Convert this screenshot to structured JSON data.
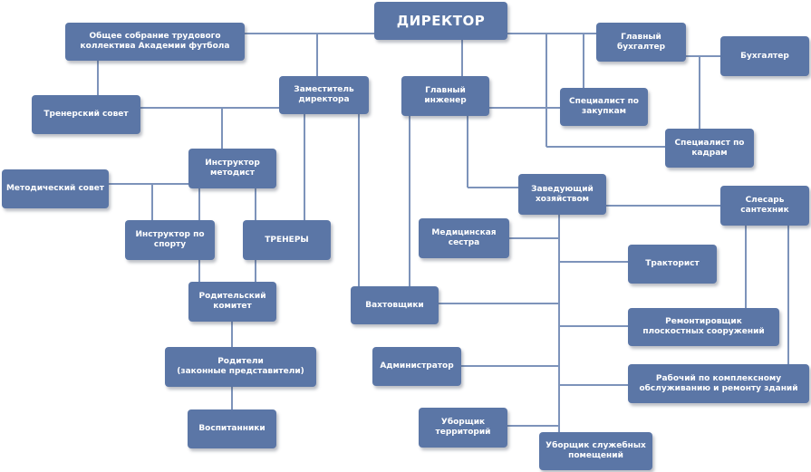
{
  "nodes": {
    "director": "ДИРЕКТОР",
    "assembly": "Общее собрание трудового\nколлектива Академии футбола",
    "chief_accountant": "Главный\nбухгалтер",
    "accountant": "Бухгалтер",
    "deputy_director": "Заместитель\nдиректора",
    "chief_engineer": "Главный\nинженер",
    "procurement": "Специалист по\nзакупкам",
    "coach_council": "Тренерский совет",
    "hr": "Специалист по\nкадрам",
    "instructor_methodist": "Инструктор\nметодист",
    "methodical_council": "Методический совет",
    "head_housekeeping": "Заведующий\nхозяйством",
    "plumber": "Слесарь\nсантехник",
    "sport_instructor": "Инструктор по\nспорту",
    "coaches": "ТРЕНЕРЫ",
    "nurse": "Медицинская\nсестра",
    "tractor": "Тракторист",
    "parent_committee": "Родительский\nкомитет",
    "watchmen": "Вахтовщики",
    "repair_workers": "Ремонтировщик\nплоскостных сооружений",
    "parents": "Родители\n(законные представители)",
    "admin": "Администратор",
    "maintenance": "Рабочий по комплексному\nобслуживанию и ремонту зданий",
    "pupils": "Воспитанники",
    "territory_cleaner": "Уборщик\nтерриторий",
    "office_cleaner": "Уборщик служебных\nпомещений"
  }
}
